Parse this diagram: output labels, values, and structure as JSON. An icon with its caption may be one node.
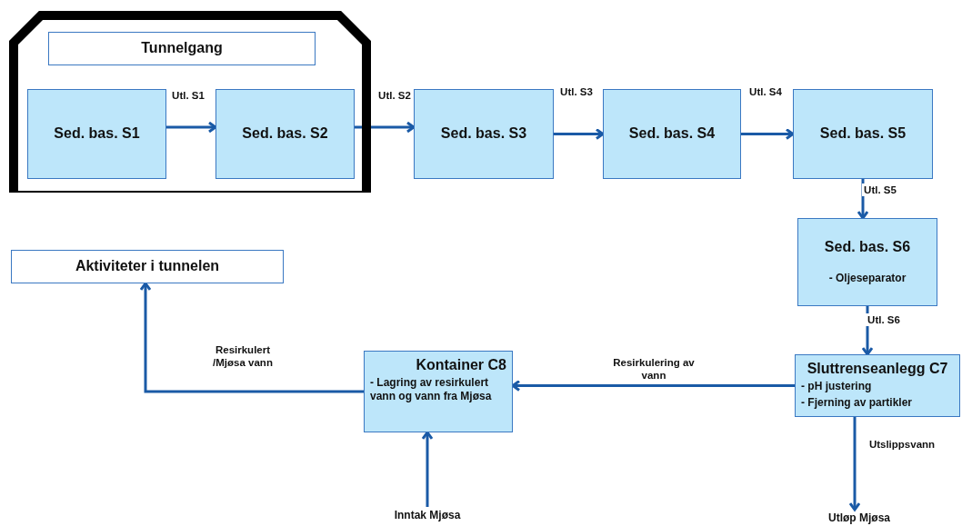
{
  "diagram": {
    "nodes": [
      {
        "text": [],
        "shape": "box"
      },
      {
        "text": [
          "Tunnelgang"
        ],
        "in": 0
      },
      {
        "text": [
          "Sed. bas. S1"
        ],
        "in": 0
      },
      {
        "text": [
          "Sed. bas. S2"
        ],
        "in": 0
      },
      {
        "text": [
          "Sed. bas. S3"
        ]
      },
      {
        "text": [
          "Sed. bas. S4"
        ]
      },
      {
        "text": [
          "Sed. bas. S5"
        ]
      },
      {
        "text": [
          "Sed. bas. S6",
          "- Oljeseparator"
        ]
      },
      {
        "text": [
          "Sluttrenseanlegg C7",
          "- pH justering",
          "- Fjerning av partikler"
        ]
      },
      {
        "text": [
          "Kontainer C8",
          "- Lagring av resirkulert vann og vann fra Mjøsa"
        ]
      },
      {
        "text": [
          "Aktiviteter i tunnelen"
        ]
      },
      {
        "text": [
          "Inntak Mjøsa"
        ]
      },
      {
        "text": [
          "Utløp Mjøsa"
        ]
      }
    ],
    "edges": [
      {
        "from": 2,
        "to": 3,
        "arrow": "to",
        "label": "Utl. S1"
      },
      {
        "from": 3,
        "to": 4,
        "arrow": "to",
        "label": "Utl. S2"
      },
      {
        "from": 4,
        "to": 5,
        "arrow": "to",
        "label": "Utl. S3"
      },
      {
        "from": 5,
        "to": 6,
        "arrow": "to",
        "label": "Utl. S4"
      },
      {
        "from": 6,
        "to": 7,
        "arrow": "to",
        "label": "Utl. S5"
      },
      {
        "from": 7,
        "to": 8,
        "arrow": "to",
        "label": "Utl. S6"
      },
      {
        "from": 8,
        "to": 9,
        "arrow": "to",
        "label": "Resirkulering av vann"
      },
      {
        "from": 9,
        "to": 10,
        "arrow": "to",
        "label": "Resirkulert /Mjøsa vann"
      },
      {
        "from": 11,
        "to": 9,
        "arrow": "to"
      },
      {
        "from": 8,
        "to": 12,
        "arrow": "to",
        "label": "Utslippsvann"
      }
    ]
  }
}
